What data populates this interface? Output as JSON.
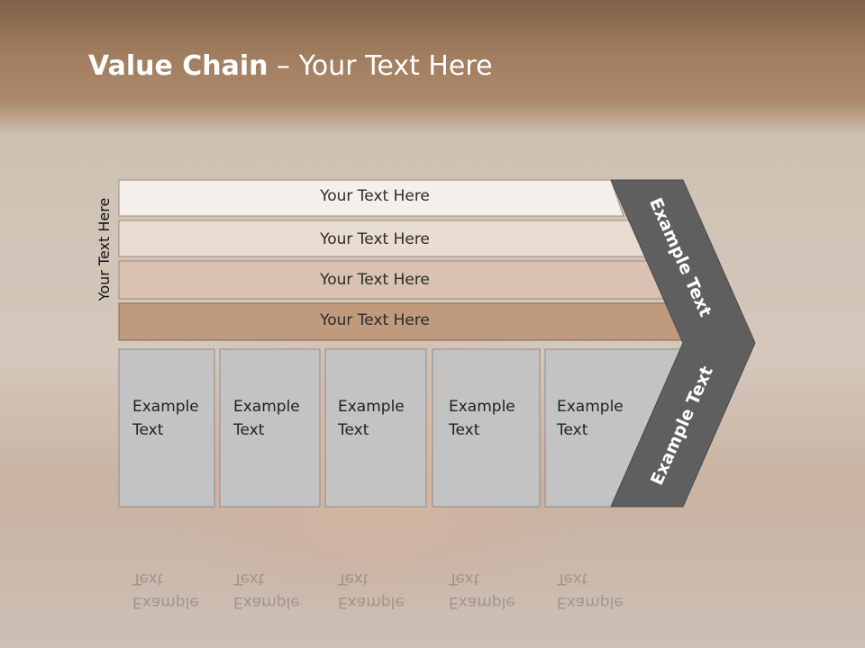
{
  "title": {
    "bold": "Value Chain",
    "rest": " – Your Text Here"
  },
  "side_label": "Your Text Here",
  "bars": [
    "Your Text Here",
    "Your Text Here",
    "Your Text Here",
    "Your Text Here"
  ],
  "cards": [
    {
      "line1": "Example",
      "line2": "Text"
    },
    {
      "line1": "Example",
      "line2": "Text"
    },
    {
      "line1": "Example",
      "line2": "Text"
    },
    {
      "line1": "Example",
      "line2": "Text"
    },
    {
      "line1": "Example",
      "line2": "Text"
    }
  ],
  "chevron": {
    "upper": "Example Text",
    "lower": "Example Text"
  },
  "colors": {
    "bar1": "#f4efeb",
    "bar2": "#e9ddd2",
    "bar3": "#d9c2b1",
    "bar4": "#c09a7d",
    "card": "#c3c3c3",
    "chevron": "#5f5f5f",
    "header": "#a07d5e"
  }
}
